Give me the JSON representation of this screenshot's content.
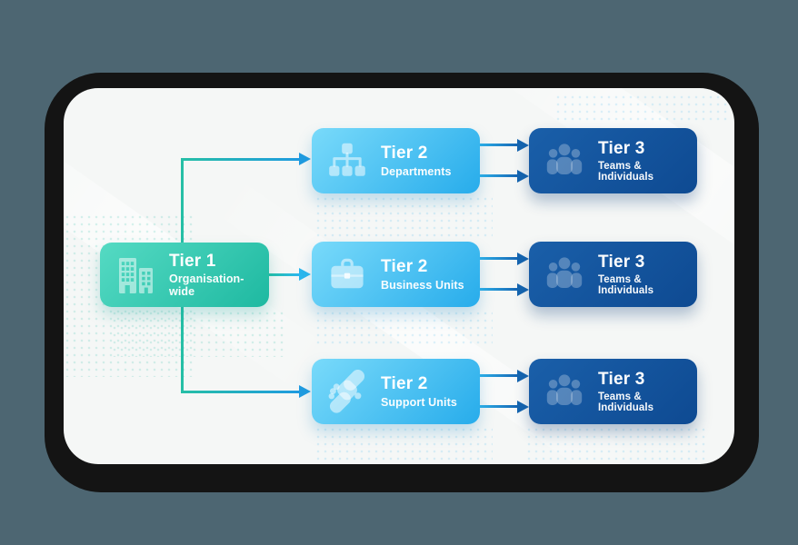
{
  "page": {
    "background_color": "#4d6672",
    "card_background": "#f5f7f6",
    "card_shadow_color": "#141414"
  },
  "diagram": {
    "tier1": {
      "title": "Tier 1",
      "subtitle": "Organisation-wide",
      "icon": "buildings-icon",
      "gradient_start": "#55dac3",
      "gradient_end": "#1eb9a1"
    },
    "tier2": [
      {
        "title": "Tier 2",
        "subtitle": "Departments",
        "icon": "org-chart-icon"
      },
      {
        "title": "Tier 2",
        "subtitle": "Business Units",
        "icon": "briefcase-icon"
      },
      {
        "title": "Tier 2",
        "subtitle": "Support Units",
        "icon": "handshake-icon"
      }
    ],
    "tier2_gradient_start": "#79dafa",
    "tier2_gradient_end": "#27aceb",
    "tier3": [
      {
        "title": "Tier 3",
        "subtitle": "Teams & Individuals",
        "icon": "people-icon"
      },
      {
        "title": "Tier 3",
        "subtitle": "Teams & Individuals",
        "icon": "people-icon"
      },
      {
        "title": "Tier 3",
        "subtitle": "Teams & Individuals",
        "icon": "people-icon"
      }
    ],
    "tier3_gradient_start": "#1a5fa9",
    "tier3_gradient_end": "#0e4a92",
    "connector_colors": {
      "teal": "#26bfa6",
      "cyan": "#2bb7ee",
      "blue": "#1f9be0",
      "dark_blue": "#1565b0"
    }
  }
}
